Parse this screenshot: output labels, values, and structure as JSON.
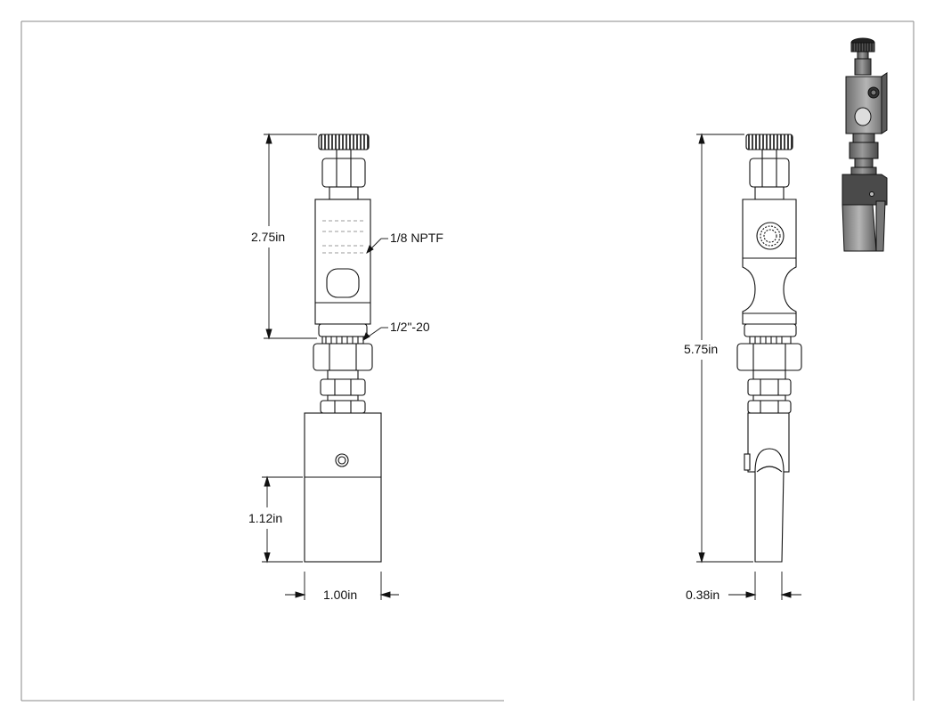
{
  "dimensions": {
    "front_upper_height": "2.75in",
    "front_lower_height": "1.12in",
    "front_width": "1.00in",
    "side_total_height": "5.75in",
    "side_width": "0.38in"
  },
  "callouts": {
    "port_thread": "1/8 NPTF",
    "stem_thread": "1/2\"-20"
  },
  "colors": {
    "line": "#111111",
    "part_fill": "#ffffff",
    "render_dark": "#3a3a3a",
    "render_mid": "#8a8a8a",
    "render_light": "#c8c8c8"
  }
}
